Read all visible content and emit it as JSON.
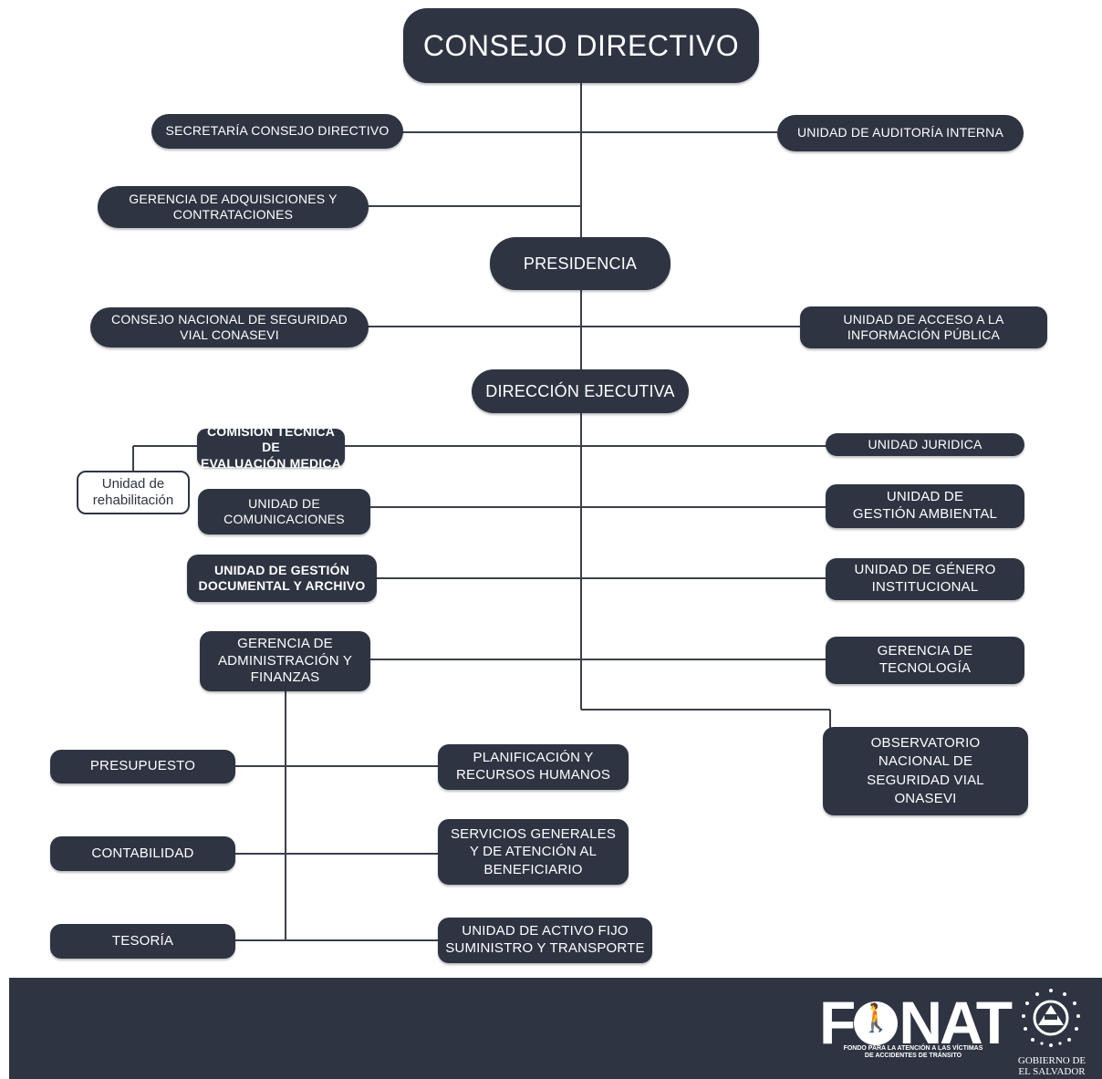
{
  "org_chart": {
    "consejo_directivo": "CONSEJO DIRECTIVO",
    "secretaria": "SECRETARÍA CONSEJO DIRECTIVO",
    "auditoria": "UNIDAD DE  AUDITORÍA INTERNA",
    "adquisiciones": "GERENCIA DE ADQUISICIONES Y\nCONTRATACIONES",
    "presidencia": "PRESIDENCIA",
    "conasevi": "CONSEJO NACIONAL  DE SEGURIDAD\nVIAL  CONASEVI",
    "acceso_info": "UNIDAD DE  ACCESO  A LA\nINFORMACIÓN PÚBLICA",
    "direccion_ejecutiva": "DIRECCIÓN EJECUTIVA",
    "comision_tecnica": "COMISIÓN TÉCNICA DE\nEVALUACIÓN MEDICA",
    "rehabilitacion": "Unidad de\nrehabilitación",
    "juridica": "UNIDAD JURIDICA",
    "comunicaciones": "UNIDAD DE\nCOMUNICACIONES",
    "gestion_ambiental": "UNIDAD DE\nGESTIÓN AMBIENTAL",
    "gestion_documental": "UNIDAD DE GESTIÓN\nDOCUMENTAL Y ARCHIVO",
    "genero": "UNIDAD DE GÉNERO\nINSTITUCIONAL",
    "administracion": "GERENCIA DE\nADMINISTRACIÓN Y\nFINANZAS",
    "tecnologia": "GERENCIA DE\nTECNOLOGÍA",
    "observatorio": "OBSERVATORIO\nNACIONAL DE\nSEGURIDAD VIAL\nONASEVI",
    "presupuesto": "PRESUPUESTO",
    "planificacion": "PLANIFICACIÓN Y\nRECURSOS HUMANOS",
    "contabilidad": "CONTABILIDAD",
    "servicios": "SERVICIOS GENERALES\nY DE ATENCIÓN AL\nBENEFICIARIO",
    "tesoreria": "TESORÍA",
    "activo_fijo": "UNIDAD DE ACTIVO FIJO\nSUMINISTRO Y TRANSPORTE"
  },
  "footer": {
    "logo_left": "F",
    "logo_right": "NAT",
    "logo_subtitle": "FONDO PARA LA ATENCIÓN A LAS VÍCTIMAS\nDE ACCIDENTES DE TRÁNSITO",
    "government": "GOBIERNO DE\nEL SALVADOR"
  },
  "colors": {
    "box": "#2e3442",
    "line": "#2e3442",
    "text": "#ffffff"
  }
}
